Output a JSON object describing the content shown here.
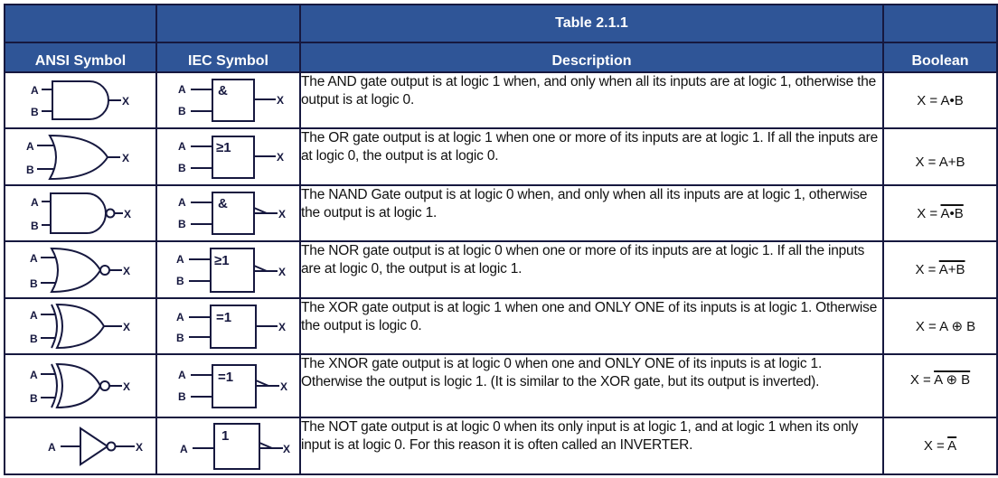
{
  "table": {
    "title": "Table 2.1.1",
    "headers": [
      "ANSI Symbol",
      "IEC Symbol",
      "Description",
      "Boolean"
    ],
    "rows": [
      {
        "gate": "AND",
        "iec_label": "&",
        "iec_inverted": false,
        "inputs": [
          "A",
          "B"
        ],
        "output": "X",
        "description": "The AND gate output is at logic 1 when, and only when all its inputs are at logic 1, otherwise the output is at logic 0.",
        "boolean": {
          "lhs": "X = ",
          "expr": "A•B",
          "overline": false
        }
      },
      {
        "gate": "OR",
        "iec_label": "≥1",
        "iec_inverted": false,
        "inputs": [
          "A",
          "B"
        ],
        "output": "X",
        "description": "The OR gate output is at logic 1 when one or more of its inputs are at logic 1. If all the inputs are at logic 0, the output is at logic 0.",
        "boolean": {
          "lhs": "X = ",
          "expr": "A+B",
          "overline": false
        }
      },
      {
        "gate": "NAND",
        "iec_label": "&",
        "iec_inverted": true,
        "inputs": [
          "A",
          "B"
        ],
        "output": "X",
        "description": "The NAND Gate output is at logic 0 when, and only when all its inputs are at logic 1, otherwise the output is at logic 1.",
        "boolean": {
          "lhs": "X = ",
          "expr": "A•B",
          "overline": true
        }
      },
      {
        "gate": "NOR",
        "iec_label": "≥1",
        "iec_inverted": true,
        "inputs": [
          "A",
          "B"
        ],
        "output": "X",
        "description": "The NOR gate output is at logic 0 when one or more of its inputs are at logic 1. If all the inputs are at logic 0, the output is at logic 1.",
        "boolean": {
          "lhs": "X = ",
          "expr": "A+B",
          "overline": true
        }
      },
      {
        "gate": "XOR",
        "iec_label": "=1",
        "iec_inverted": false,
        "inputs": [
          "A",
          "B"
        ],
        "output": "X",
        "description": "The XOR gate output is at logic 1 when one and ONLY ONE of its inputs is at logic 1. Otherwise the output is logic 0.",
        "boolean": {
          "lhs": "X = ",
          "expr": "A ⊕ B",
          "overline": false
        }
      },
      {
        "gate": "XNOR",
        "iec_label": "=1",
        "iec_inverted": true,
        "inputs": [
          "A",
          "B"
        ],
        "output": "X",
        "description": "The XNOR gate output is at logic 0 when one and ONLY ONE of its inputs is at logic 1. Otherwise the output is logic 1. (It is similar to the XOR gate, but its output is inverted).",
        "boolean": {
          "lhs": "X = ",
          "expr": "A ⊕ B",
          "overline": true
        }
      },
      {
        "gate": "NOT",
        "iec_label": "1",
        "iec_inverted": true,
        "inputs": [
          "A"
        ],
        "output": "X",
        "description": "The NOT gate output is at logic 0 when its only input is at logic 1, and at logic 1 when its only input is at logic 0. For this reason it is often called an INVERTER.",
        "boolean": {
          "lhs": "X = ",
          "expr": "A",
          "overline": true
        }
      }
    ]
  },
  "colors": {
    "header_bg": "#2f5597",
    "header_text": "#ffffff",
    "border": "#16183f",
    "line": "#16183f"
  }
}
